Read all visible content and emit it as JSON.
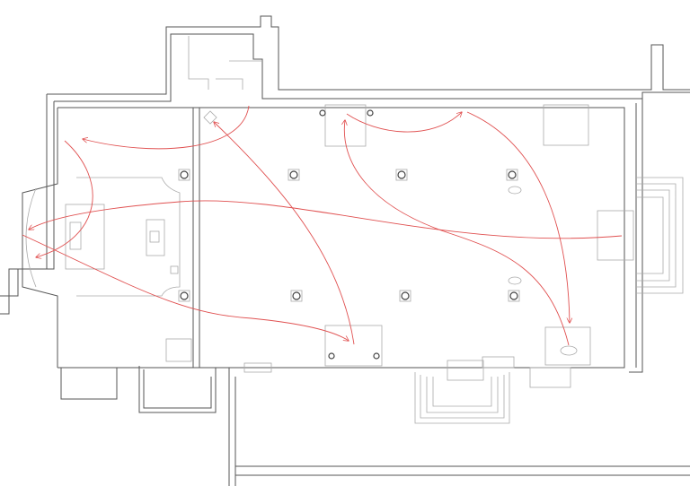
{
  "diagram": {
    "type": "floor-plan-circulation",
    "colors": {
      "walls": "#555555",
      "details": "#aaaaaa",
      "arrows": "#e05050",
      "background": "#ffffff"
    },
    "column_count": 8,
    "arrow_count": 8
  }
}
